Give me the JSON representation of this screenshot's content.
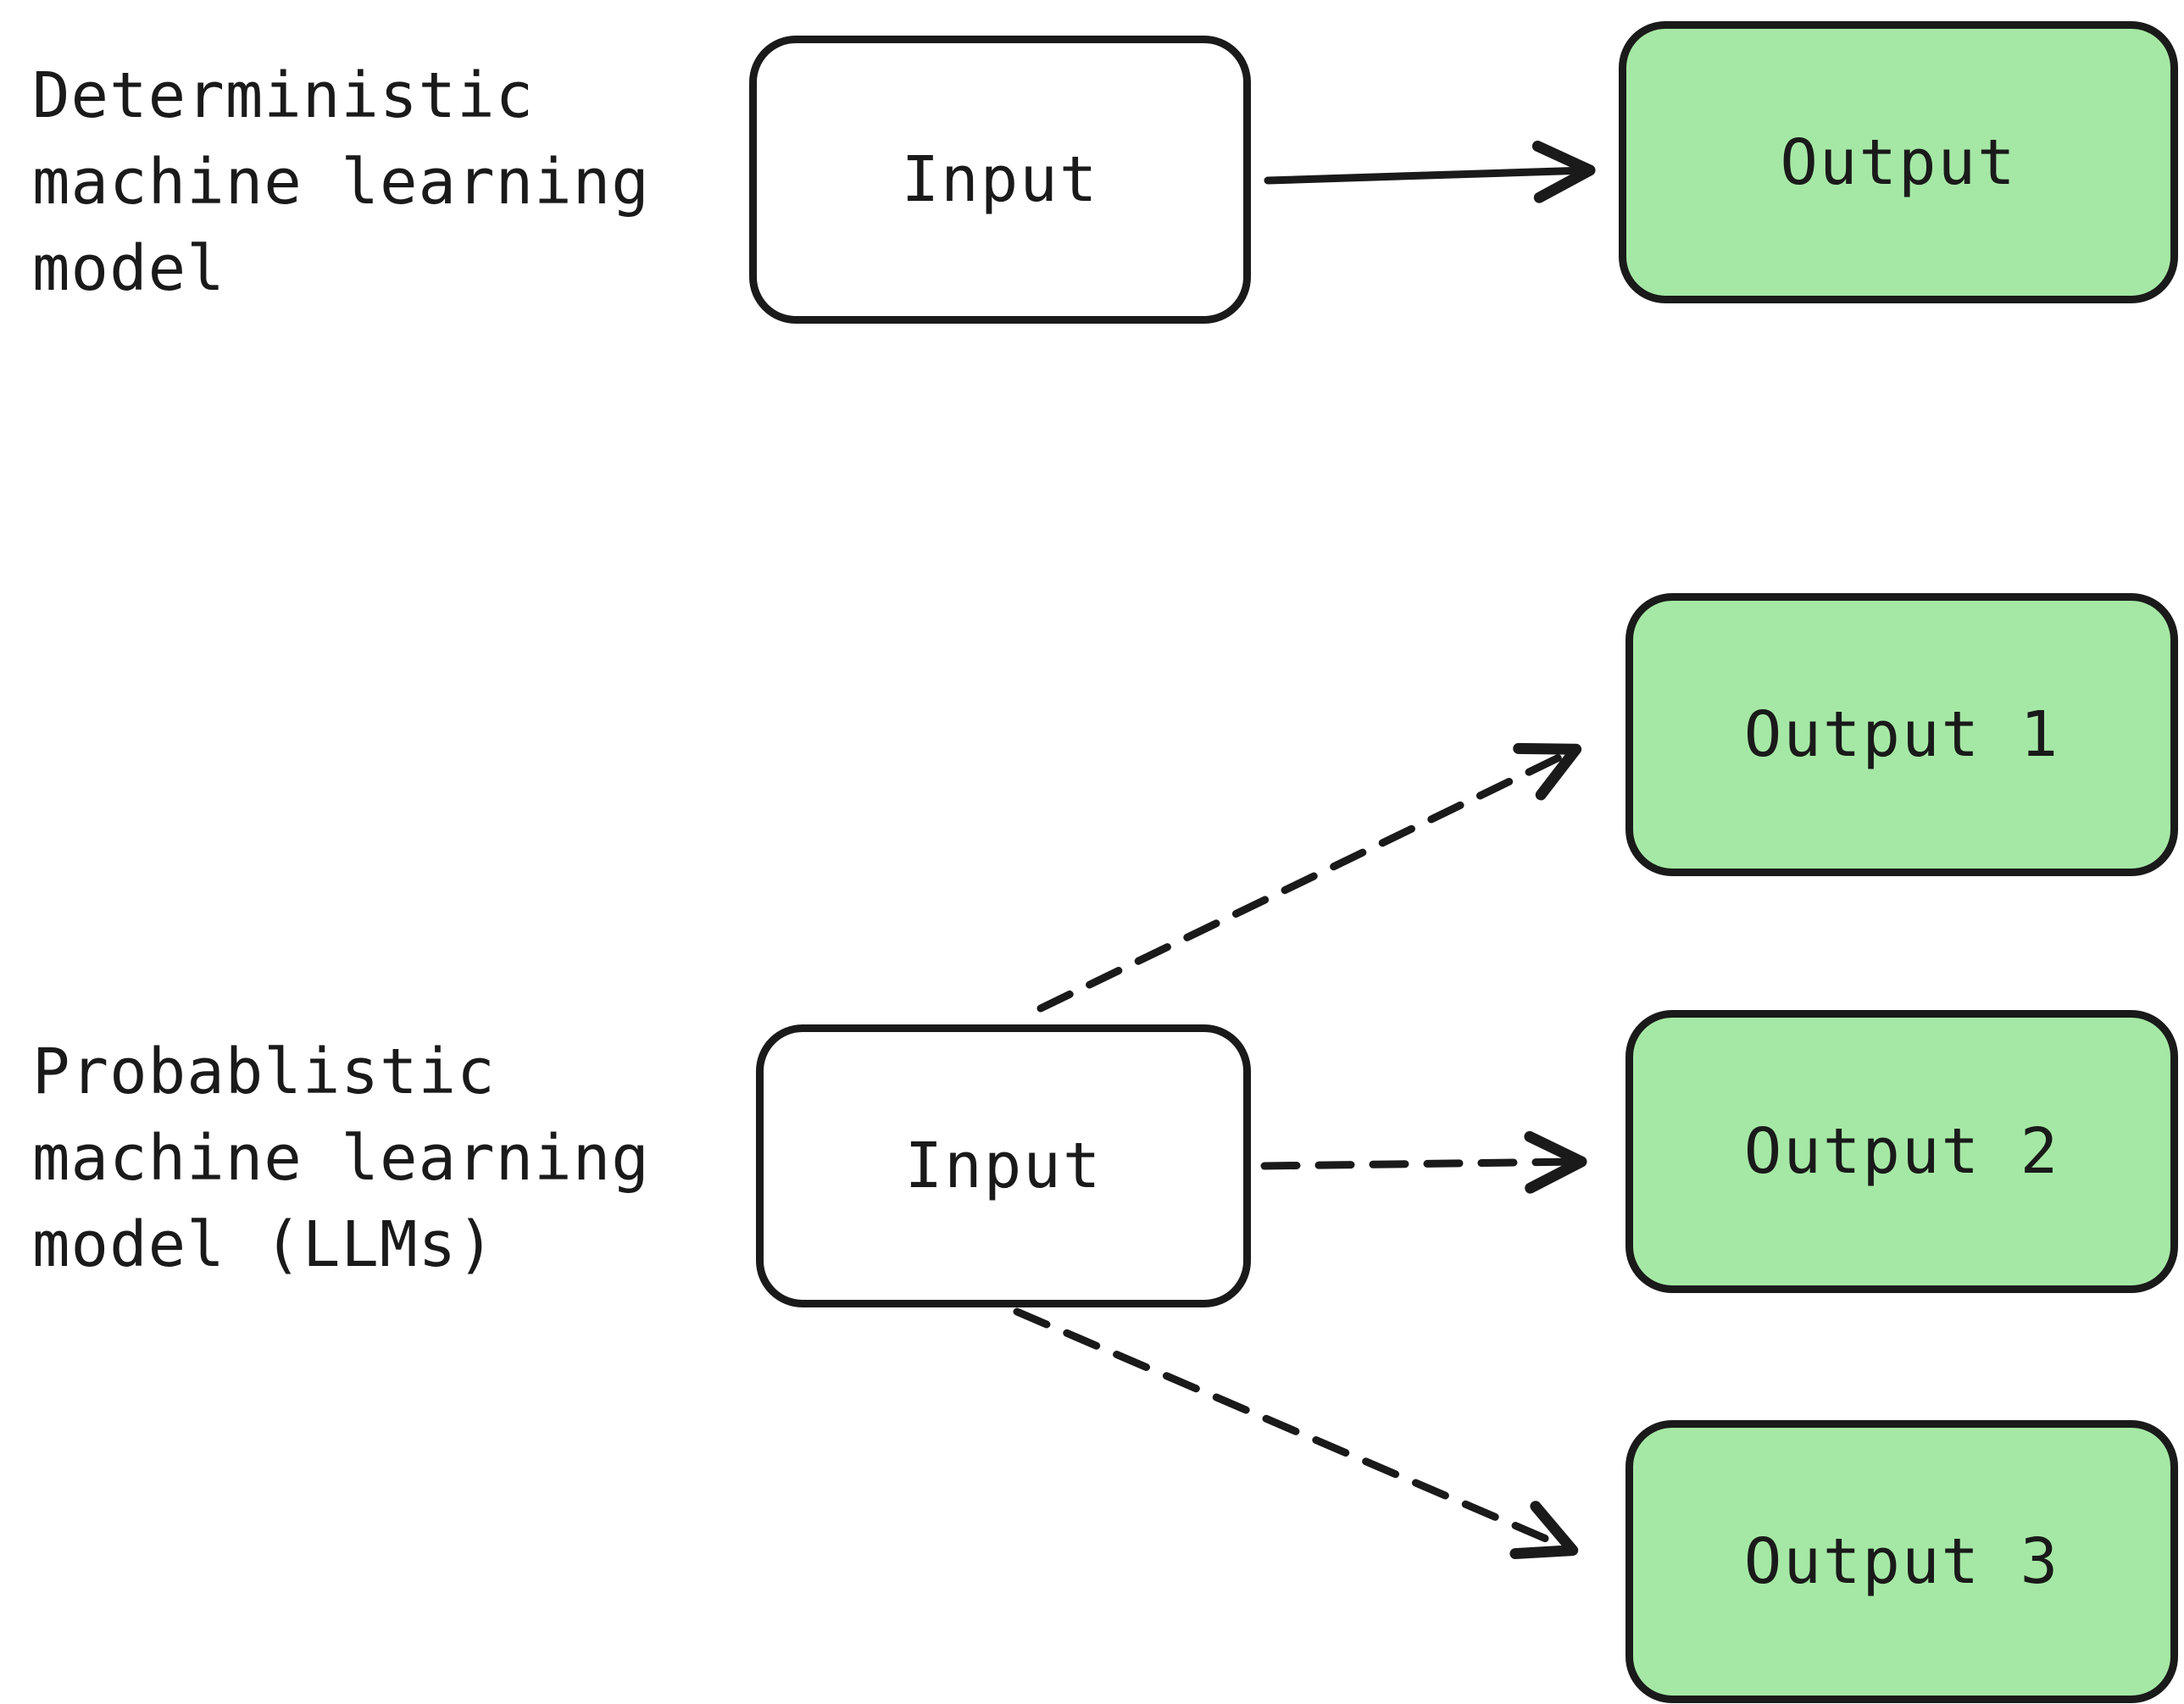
{
  "colors": {
    "green": "#a5e8a5",
    "ink": "#1a1a1a",
    "bg": "#ffffff"
  },
  "sections": {
    "deterministic": {
      "label": "Deterministic\nmachine learning\nmodel",
      "input_label": "Input",
      "outputs": [
        "Output"
      ]
    },
    "probabilistic": {
      "label": "Probablistic\nmachine learning\nmodel (LLMs)",
      "input_label": "Input",
      "outputs": [
        "Output 1",
        "Output 2",
        "Output 3"
      ]
    }
  }
}
